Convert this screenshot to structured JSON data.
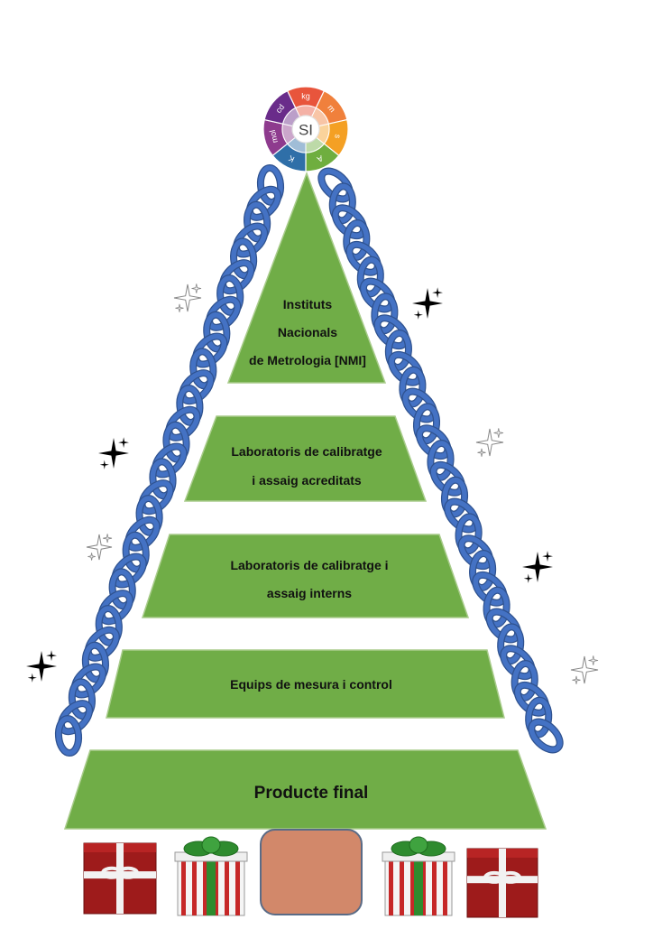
{
  "colors": {
    "tier_fill": "#70AD47",
    "tier_stroke": "#A9CC8C",
    "chain": "#4472C4",
    "chain_edge": "#2F528F",
    "gift_red": "#9E1B1B",
    "gift_ribbon": "#F2F2F2",
    "gift_green": "#2E8B2E",
    "center_box": "#D2886A"
  },
  "si_logo": {
    "center": "SI",
    "units": [
      "kg",
      "m",
      "s",
      "A",
      "K",
      "mol",
      "cd"
    ],
    "unit_colors": [
      "#E8553C",
      "#F0803C",
      "#F4A024",
      "#6FAE3F",
      "#2F6FA8",
      "#8E3B8E",
      "#6A2C8A"
    ]
  },
  "tiers": [
    {
      "lines": [
        "Instituts",
        "Nacionals",
        "de Metrologia [NMI]"
      ]
    },
    {
      "lines": [
        "Laboratoris de calibratge",
        "i assaig acreditats"
      ]
    },
    {
      "lines": [
        "Laboratoris de calibratge i",
        "assaig interns"
      ]
    },
    {
      "lines": [
        "Equips de mesura i control"
      ]
    },
    {
      "lines": [
        "Producte final"
      ]
    }
  ],
  "decorations": {
    "sparkle_icon": "sparkle-icon",
    "gift_icons": [
      "gift-red-icon",
      "gift-striped-icon",
      "gift-striped-icon",
      "gift-red-icon"
    ]
  }
}
